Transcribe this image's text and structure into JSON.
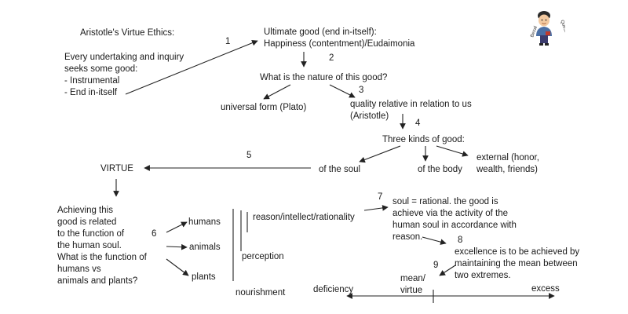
{
  "title": "Aristotle's Virtue Ethics:",
  "intro": [
    "Every undertaking and inquiry",
    "seeks some good:",
    "- Instrumental",
    "- End in-itself"
  ],
  "ultimate_good": [
    "Ultimate good (end in-itself):",
    "Happiness (contentment)/Eudaimonia"
  ],
  "question": "What is the nature of this good?",
  "universal_form": "universal form (Plato)",
  "quality_relative": [
    "quality relative in relation to us",
    "(Aristotle)"
  ],
  "three_kinds": "Three kinds of good:",
  "of_the_soul": "of the soul",
  "of_the_body": "of the body",
  "external": [
    "external (honor,",
    "wealth, friends)"
  ],
  "virtue": "VIRTUE",
  "function_question": [
    "Achieving this",
    "good is related",
    "to the function of",
    "the human soul.",
    "What is the function of",
    "humans vs",
    "animals and plants?"
  ],
  "humans": "humans",
  "animals": "animals",
  "plants": "plants",
  "reason": "reason/intellect/rationality",
  "perception": "perception",
  "nourishment": "nourishment",
  "soul_rational": [
    "soul = rational. the good is",
    "achieve via the activity of the",
    "human soul in accordance with",
    "reason."
  ],
  "excellence": [
    "excellence is to be achieved by",
    "maintaining the mean between",
    "two extremes."
  ],
  "mean_virtue": [
    "mean/",
    "virtue"
  ],
  "deficiency": "deficiency",
  "excess": "excess",
  "step_numbers": [
    "1",
    "2",
    "3",
    "4",
    "5",
    "6",
    "7",
    "8",
    "9"
  ],
  "logo": {
    "icon": "cartoon-person-icon",
    "text_left": "Bezal",
    "text_right": "Quest"
  }
}
